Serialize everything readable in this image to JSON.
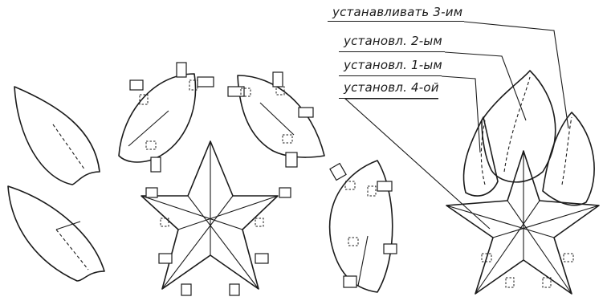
{
  "labels": {
    "third": {
      "text": "устанавливать 3-им"
    },
    "second": {
      "text": "установл. 2-ым"
    },
    "first": {
      "text": "установл. 1-ым"
    },
    "fourth": {
      "text": "установл. 4-ой"
    }
  }
}
